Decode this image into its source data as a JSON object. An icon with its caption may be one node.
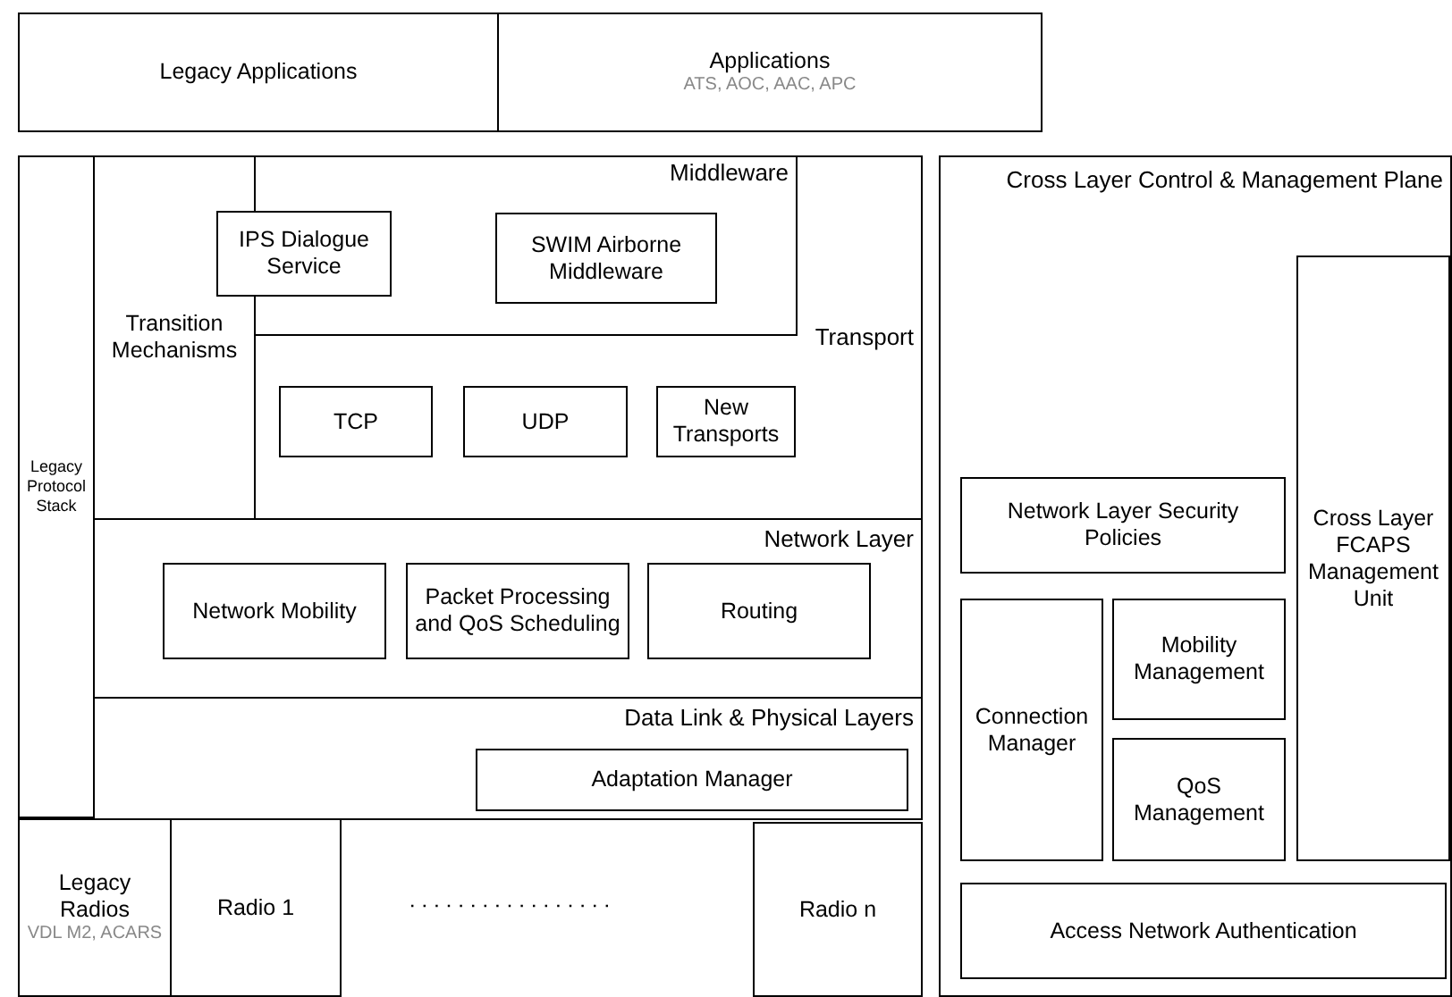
{
  "diagram": {
    "nodes": [
      {
        "text": [
          "Legacy Applications"
        ]
      },
      {
        "text": [
          "Applications",
          "ATS, AOC, AAC, APC"
        ]
      },
      {
        "text": [
          "Legacy Protocol Stack"
        ]
      },
      {
        "text": [
          "Transition Mechanisms"
        ]
      },
      {
        "text": [
          "Transport"
        ]
      },
      {
        "text": [
          "Middleware"
        ],
        "in": 4
      },
      {
        "text": [
          "IPS Dialogue Service"
        ]
      },
      {
        "text": [
          "SWIM Airborne Middleware"
        ],
        "in": 5
      },
      {
        "text": [
          "TCP"
        ],
        "in": 4
      },
      {
        "text": [
          "UDP"
        ],
        "in": 4
      },
      {
        "text": [
          "New Transports"
        ],
        "in": 4
      },
      {
        "text": [
          "Network Layer"
        ]
      },
      {
        "text": [
          "Network Mobility"
        ],
        "in": 11
      },
      {
        "text": [
          "Packet  Processing and QoS Scheduling"
        ],
        "in": 11
      },
      {
        "text": [
          "Routing"
        ],
        "in": 11
      },
      {
        "text": [
          "Data Link & Physical Layers"
        ]
      },
      {
        "text": [
          "Adaptation Manager"
        ],
        "in": 15
      },
      {
        "text": [
          "Legacy Radios",
          "VDL M2, ACARS"
        ]
      },
      {
        "text": [
          "Radio 1"
        ]
      },
      {
        "text": [
          "Radio n"
        ]
      },
      {
        "text": [
          "Cross Layer Control & Management Plane"
        ]
      },
      {
        "text": [
          "Network Layer Security Policies"
        ],
        "in": 20
      },
      {
        "text": [
          "Connection Manager"
        ],
        "in": 20
      },
      {
        "text": [
          "Mobility Management"
        ],
        "in": 20
      },
      {
        "text": [
          "QoS Management"
        ],
        "in": 20
      },
      {
        "text": [
          "Cross Layer FCAPS Management Unit"
        ],
        "in": 20
      },
      {
        "text": [
          "Access Network Authentication"
        ],
        "in": 20
      }
    ],
    "edges": []
  }
}
